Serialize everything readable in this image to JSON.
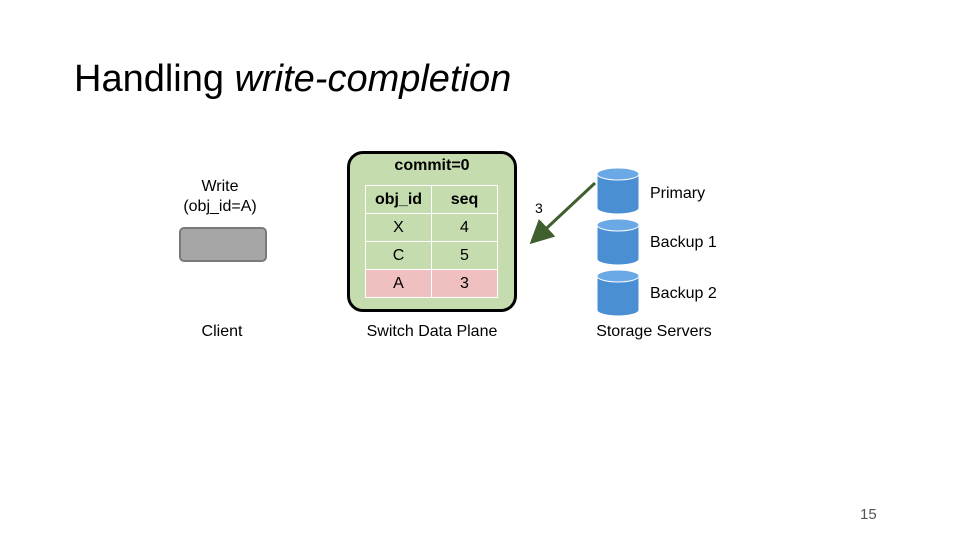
{
  "title": {
    "normal": "Handling ",
    "italic": "write-completion"
  },
  "client": {
    "write_line1": "Write",
    "write_line2": "(obj_id=A)",
    "label": "Client"
  },
  "switch": {
    "commit": "commit=0",
    "headers": [
      "obj_id",
      "seq"
    ],
    "rows": [
      {
        "obj_id": "X",
        "seq": "4"
      },
      {
        "obj_id": "C",
        "seq": "5"
      },
      {
        "obj_id": "A",
        "seq": "3"
      }
    ],
    "label": "Switch Data Plane"
  },
  "arrow": {
    "label": "3",
    "color": "#3f5f2f"
  },
  "servers": {
    "items": [
      "Primary",
      "Backup 1",
      "Backup 2"
    ],
    "label": "Storage Servers",
    "color": "#4a8fd4"
  },
  "page_number": "15",
  "colors": {
    "switch_fill": "#c5dcaf",
    "highlight_row": "#f0bfbf",
    "client_box": "#a6a6a6"
  }
}
